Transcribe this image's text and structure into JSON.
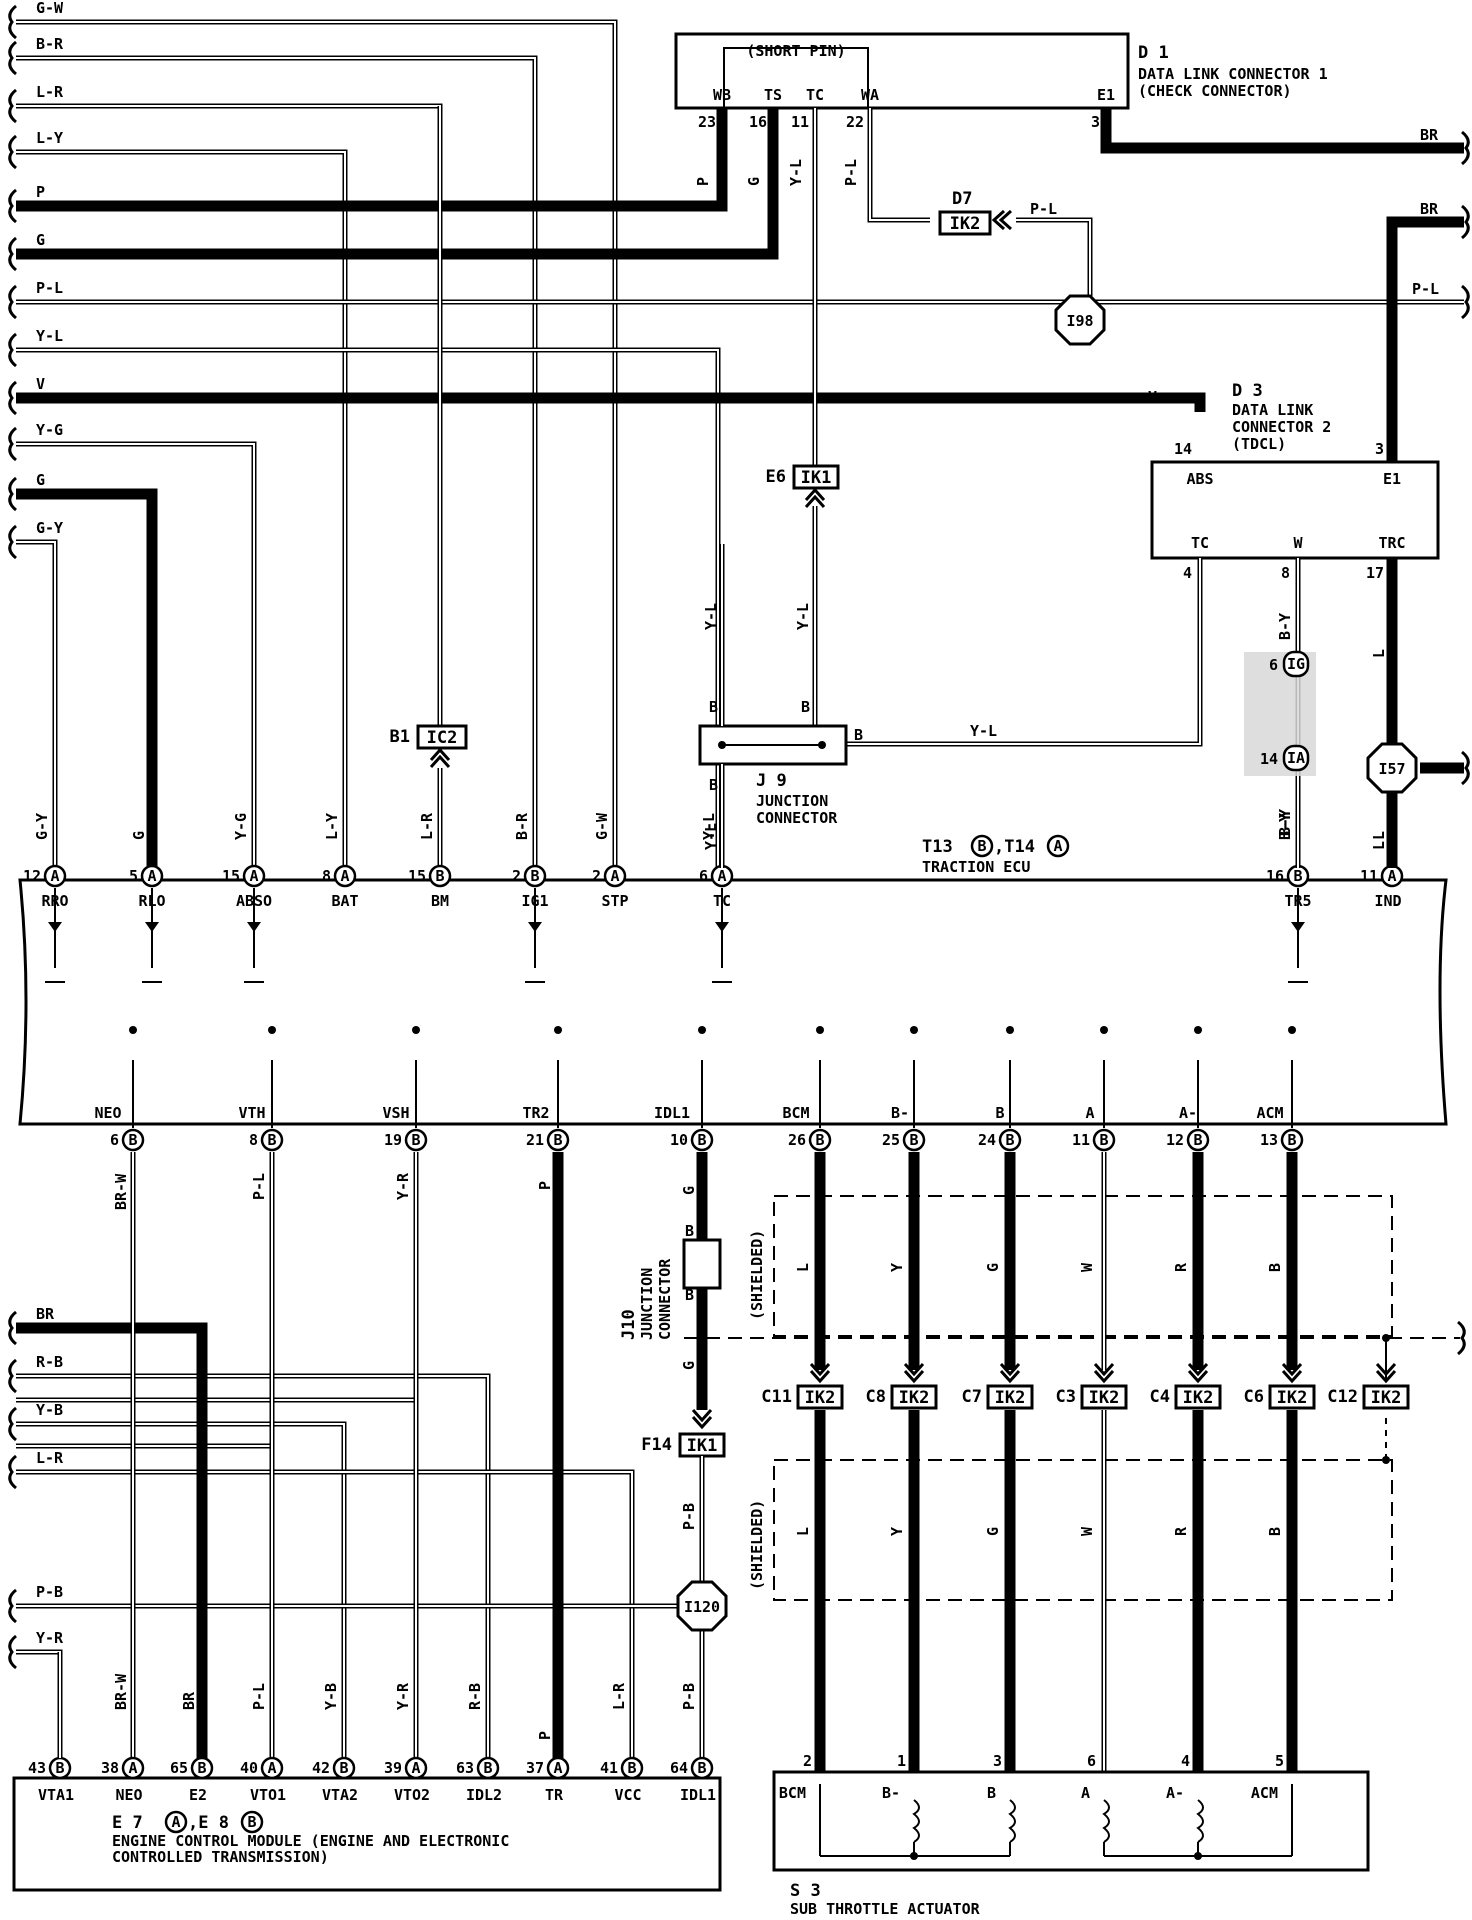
{
  "left_wires": [
    {
      "label": "G-W",
      "thick": false
    },
    {
      "label": "B-R",
      "thick": false
    },
    {
      "label": "L-R",
      "thick": false
    },
    {
      "label": "L-Y",
      "thick": false
    },
    {
      "label": "P",
      "thick": true
    },
    {
      "label": "G",
      "thick": true
    },
    {
      "label": "P-L",
      "thick": false
    },
    {
      "label": "Y-L",
      "thick": false
    },
    {
      "label": "V",
      "thick": true
    },
    {
      "label": "Y-G",
      "thick": false
    },
    {
      "label": "G",
      "thick": true
    },
    {
      "label": "G-Y",
      "thick": false
    }
  ],
  "lower_left_wires": [
    {
      "label": "BR",
      "thick": true
    },
    {
      "label": "R-B",
      "thick": false
    },
    {
      "label": "Y-B",
      "thick": false
    },
    {
      "label": "L-R",
      "thick": false
    },
    {
      "label": "P-B",
      "thick": false
    },
    {
      "label": "Y-R",
      "thick": false
    }
  ],
  "d1": {
    "code": "D 1",
    "name1": "DATA LINK CONNECTOR 1",
    "name2": "(CHECK CONNECTOR)",
    "short_pin": "(SHORT PIN)",
    "pins": [
      {
        "label": "WB",
        "num": "23",
        "wire": "P"
      },
      {
        "label": "TS",
        "num": "16",
        "wire": "G"
      },
      {
        "label": "TC",
        "num": "11",
        "wire": "Y-L"
      },
      {
        "label": "WA",
        "num": "22",
        "wire": "P-L"
      },
      {
        "label": "E1",
        "num": "3",
        "wire": ""
      }
    ]
  },
  "d3": {
    "code": "D 3",
    "name1": "DATA LINK",
    "name2": "CONNECTOR 2",
    "name3": "(TDCL)",
    "pins": [
      {
        "label": "ABS",
        "num": "14"
      },
      {
        "label": "E1",
        "num": "3"
      },
      {
        "label": "TC",
        "num": "4"
      },
      {
        "label": "W",
        "num": "8"
      },
      {
        "label": "TRC",
        "num": "17"
      }
    ]
  },
  "right_wires": {
    "br1": "BR",
    "br2": "BR",
    "pl": "P-L",
    "v": "V",
    "l": "L",
    "by1": "B-Y",
    "by2": "B-Y",
    "yl_j9": "Y-L",
    "pl_d7": "P-L"
  },
  "connectors": {
    "d7": {
      "id": "D7",
      "code": "IK2"
    },
    "e6": {
      "id": "E6",
      "code": "IK1"
    },
    "b1": {
      "id": "B1",
      "code": "IC2"
    },
    "f14": {
      "id": "F14",
      "code": "IK1"
    },
    "j9": {
      "code": "J 9",
      "name1": "JUNCTION",
      "name2": "CONNECTOR",
      "pinB": "B"
    },
    "j10": {
      "code": "J10",
      "name1": "JUNCTION",
      "name2": "CONNECTOR",
      "pinB": "B"
    },
    "i98": "I98",
    "i57": "I57",
    "i120": "I120",
    "ig_top": {
      "pin": "6",
      "code": "IG"
    },
    "ig_bot": {
      "pin": "14",
      "code": "IA"
    }
  },
  "ecu": {
    "title": "T13",
    "title_b": "B",
    "title2": ",T14",
    "title_a": "A",
    "name": "TRACTION ECU",
    "top_pins": [
      {
        "num": "12",
        "conn": "A",
        "label": "RRO",
        "wire": "G-Y"
      },
      {
        "num": "5",
        "conn": "A",
        "label": "RLO",
        "wire": "G"
      },
      {
        "num": "15",
        "conn": "A",
        "label": "ABSO",
        "wire": "Y-G"
      },
      {
        "num": "8",
        "conn": "A",
        "label": "BAT",
        "wire": "L-Y"
      },
      {
        "num": "15",
        "conn": "B",
        "label": "BM",
        "wire": "L-R"
      },
      {
        "num": "2",
        "conn": "B",
        "label": "IG1",
        "wire": "B-R"
      },
      {
        "num": "2",
        "conn": "A",
        "label": "STP",
        "wire": "G-W"
      },
      {
        "num": "6",
        "conn": "A",
        "label": "TC",
        "wire": "Y-L"
      },
      {
        "num": "16",
        "conn": "B",
        "label": "TR5",
        "wire": "B-Y"
      },
      {
        "num": "11",
        "conn": "A",
        "label": "IND",
        "wire": "L"
      }
    ],
    "bottom_pins": [
      {
        "num": "6",
        "conn": "B",
        "label": "NEO",
        "wire": "BR-W"
      },
      {
        "num": "8",
        "conn": "B",
        "label": "VTH",
        "wire": "P-L"
      },
      {
        "num": "19",
        "conn": "B",
        "label": "VSH",
        "wire": "Y-R"
      },
      {
        "num": "21",
        "conn": "B",
        "label": "TR2",
        "wire": "P"
      },
      {
        "num": "10",
        "conn": "B",
        "label": "IDL1",
        "wire": "G"
      },
      {
        "num": "26",
        "conn": "B",
        "label": "BCM",
        "wire": "L"
      },
      {
        "num": "25",
        "conn": "B",
        "label": "B-",
        "wire": "Y"
      },
      {
        "num": "24",
        "conn": "B",
        "label": "B",
        "wire": "G"
      },
      {
        "num": "11",
        "conn": "B",
        "label": "A",
        "wire": "W"
      },
      {
        "num": "12",
        "conn": "B",
        "label": "A-",
        "wire": "R"
      },
      {
        "num": "13",
        "conn": "B",
        "label": "ACM",
        "wire": "B"
      }
    ]
  },
  "shielded": "(SHIELDED)",
  "ik2_row": [
    {
      "id": "C11",
      "code": "IK2"
    },
    {
      "id": "C8",
      "code": "IK2"
    },
    {
      "id": "C7",
      "code": "IK2"
    },
    {
      "id": "C3",
      "code": "IK2"
    },
    {
      "id": "C4",
      "code": "IK2"
    },
    {
      "id": "C6",
      "code": "IK2"
    },
    {
      "id": "C12",
      "code": "IK2"
    }
  ],
  "j10_wires": {
    "above": "G",
    "below": "G",
    "pb1": "P-B",
    "pb2": "P-B"
  },
  "engine": {
    "code1": "E 7",
    "code1_c": "A",
    "code2": ",E 8",
    "code2_c": "B",
    "name1": "ENGINE CONTROL MODULE (ENGINE AND ELECTRONIC",
    "name2": "CONTROLLED TRANSMISSION)",
    "pins": [
      {
        "num": "43",
        "conn": "B",
        "label": "VTA1",
        "wire": ""
      },
      {
        "num": "38",
        "conn": "A",
        "label": "NEO",
        "wire": "BR-W"
      },
      {
        "num": "65",
        "conn": "B",
        "label": "E2",
        "wire": "BR"
      },
      {
        "num": "40",
        "conn": "A",
        "label": "VTO1",
        "wire": "P-L"
      },
      {
        "num": "42",
        "conn": "B",
        "label": "VTA2",
        "wire": "Y-B"
      },
      {
        "num": "39",
        "conn": "A",
        "label": "VTO2",
        "wire": "Y-R"
      },
      {
        "num": "63",
        "conn": "B",
        "label": "IDL2",
        "wire": "R-B"
      },
      {
        "num": "37",
        "conn": "A",
        "label": "TR",
        "wire": "P"
      },
      {
        "num": "41",
        "conn": "B",
        "label": "VCC",
        "wire": "L-R"
      },
      {
        "num": "64",
        "conn": "B",
        "label": "IDL1",
        "wire": "P-B"
      }
    ]
  },
  "actuator": {
    "code": "S 3",
    "name": "SUB THROTTLE ACTUATOR",
    "pins": [
      {
        "num": "2",
        "label": "BCM"
      },
      {
        "num": "1",
        "label": "B-"
      },
      {
        "num": "3",
        "label": "B"
      },
      {
        "num": "6",
        "label": "A"
      },
      {
        "num": "4",
        "label": "A-"
      },
      {
        "num": "5",
        "label": "ACM"
      }
    ]
  }
}
